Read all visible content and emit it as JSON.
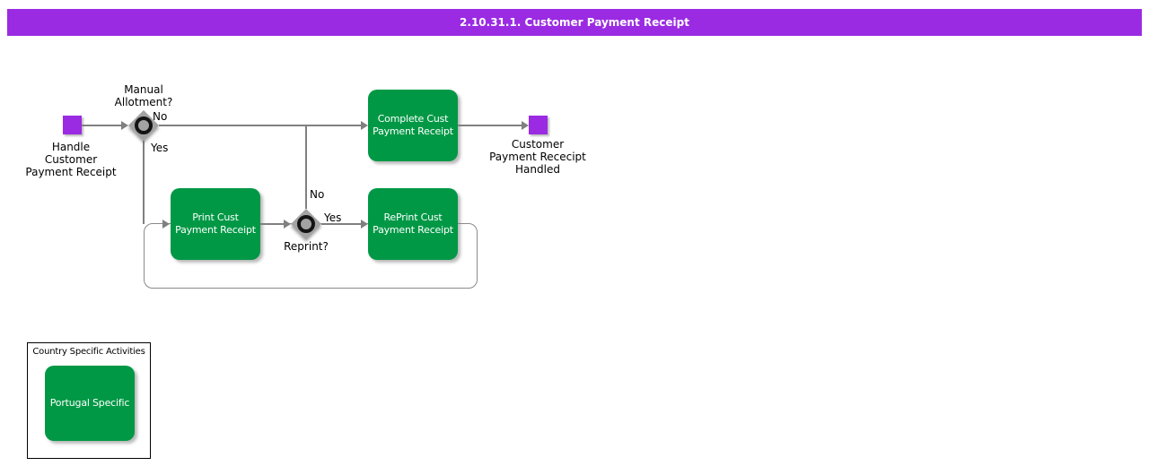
{
  "colors": {
    "purple": "#9A2BE2",
    "green": "#009845",
    "line": "#808080",
    "diamond": "#A3A3A3"
  },
  "title_bar": {
    "text": "2.10.31.1. Customer Payment Receipt"
  },
  "flow": {
    "start": {
      "label": "Handle\nCustomer\nPayment Receipt"
    },
    "decision_manual": {
      "question": "Manual\nAllotment?",
      "branch_no": "No",
      "branch_yes": "Yes"
    },
    "task_complete": {
      "label": "Complete Cust\nPayment Receipt"
    },
    "end": {
      "label": "Customer\nPayment Rececipt\nHandled"
    },
    "task_print": {
      "label": "Print Cust\nPayment Receipt"
    },
    "decision_reprint": {
      "question": "Reprint?",
      "branch_no": "No",
      "branch_yes": "Yes"
    },
    "task_reprint": {
      "label": "RePrint Cust\nPayment Receipt"
    }
  },
  "legend": {
    "title": "Country Specific Activities",
    "items": [
      {
        "label": "Portugal Specific"
      }
    ]
  }
}
